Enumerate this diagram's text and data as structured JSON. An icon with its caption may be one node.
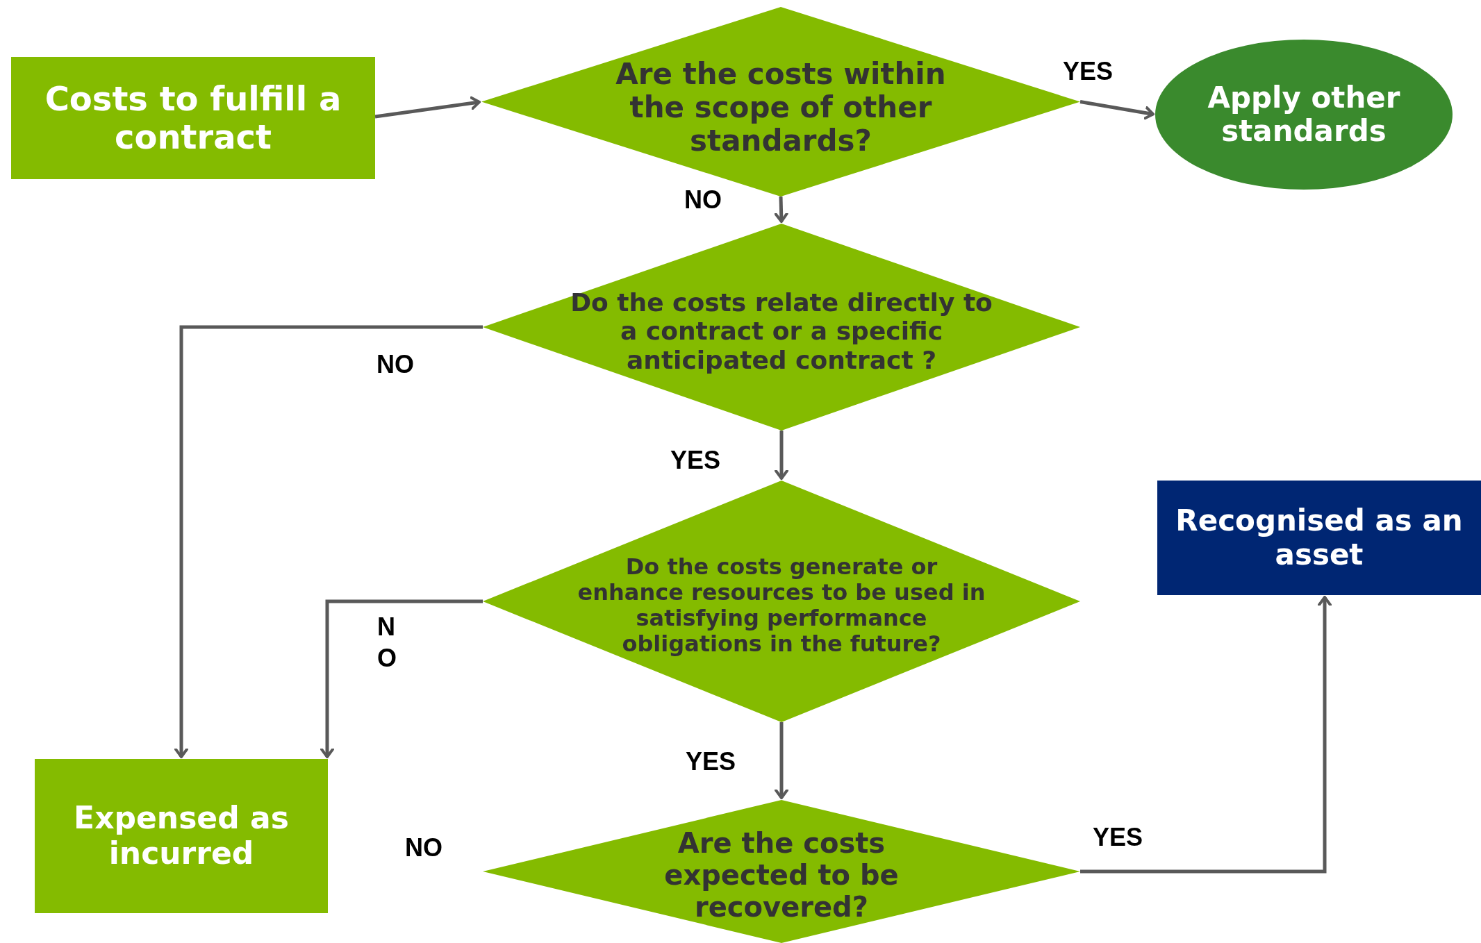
{
  "diagram": {
    "nodes": [
      {
        "text": [
          "Costs to fulfill a contract"
        ]
      },
      {
        "text": [
          "Are the costs within the scope of other standards?"
        ]
      },
      {
        "text": [
          "Apply other standards"
        ]
      },
      {
        "text": [
          "Do the costs relate directly to a contract or a specific anticipated contract ?"
        ]
      },
      {
        "text": [
          "Do the costs generate or enhance resources to be used in satisfying performance obligations in the future?"
        ]
      },
      {
        "text": [
          "Recognised as an asset"
        ]
      },
      {
        "text": [
          "Expensed as incurred"
        ]
      },
      {
        "text": [
          "Are the costs expected to be recovered?"
        ]
      }
    ],
    "edges": [
      {
        "from": 0,
        "to": 1,
        "arrow": "to"
      },
      {
        "from": 1,
        "to": 2,
        "arrow": "to",
        "label": "YES"
      },
      {
        "from": 1,
        "to": 3,
        "arrow": "to",
        "label": "NO"
      },
      {
        "from": 3,
        "to": 6,
        "arrow": "to",
        "label": "NO"
      },
      {
        "from": 3,
        "to": 4,
        "arrow": "to",
        "label": "YES"
      },
      {
        "from": 4,
        "to": 6,
        "arrow": "to",
        "label": "NO"
      },
      {
        "from": 4,
        "to": 7,
        "arrow": "to",
        "label": "YES"
      },
      {
        "from": 7,
        "to": 5,
        "arrow": "to",
        "label": "YES"
      }
    ],
    "labels": [
      "NO"
    ]
  }
}
